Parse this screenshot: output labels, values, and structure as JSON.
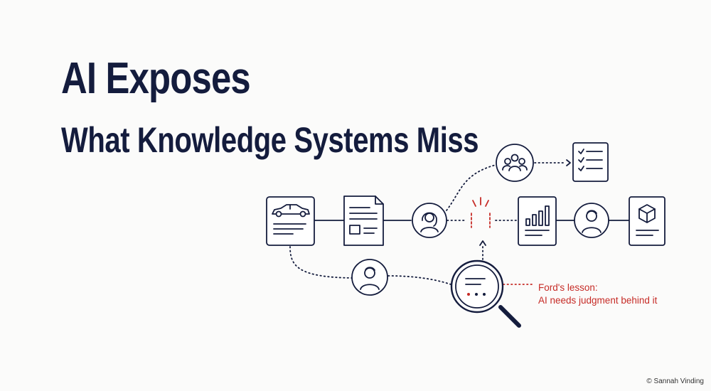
{
  "title": {
    "line1": "AI Exposes",
    "line2": "What Knowledge Systems Miss"
  },
  "callout": {
    "line1": "Ford's lesson:",
    "line2": "AI needs judgment behind it"
  },
  "credit": "© Sannah Vinding",
  "colors": {
    "navy": "#141c3d",
    "red": "#c62b26",
    "background": "#fbfbfa"
  },
  "nodes": [
    {
      "id": "car-card",
      "icon": "car-icon"
    },
    {
      "id": "document-card",
      "icon": "document-icon"
    },
    {
      "id": "woman-avatar",
      "icon": "woman-icon"
    },
    {
      "id": "team-circle",
      "icon": "group-icon"
    },
    {
      "id": "checklist-card",
      "icon": "checklist-icon"
    },
    {
      "id": "chart-card",
      "icon": "bar-chart-icon"
    },
    {
      "id": "man-avatar-right",
      "icon": "man-icon"
    },
    {
      "id": "cube-card",
      "icon": "cube-icon"
    },
    {
      "id": "man-avatar-bottom",
      "icon": "man-icon"
    },
    {
      "id": "magnifier",
      "icon": "magnifier-icon"
    }
  ]
}
